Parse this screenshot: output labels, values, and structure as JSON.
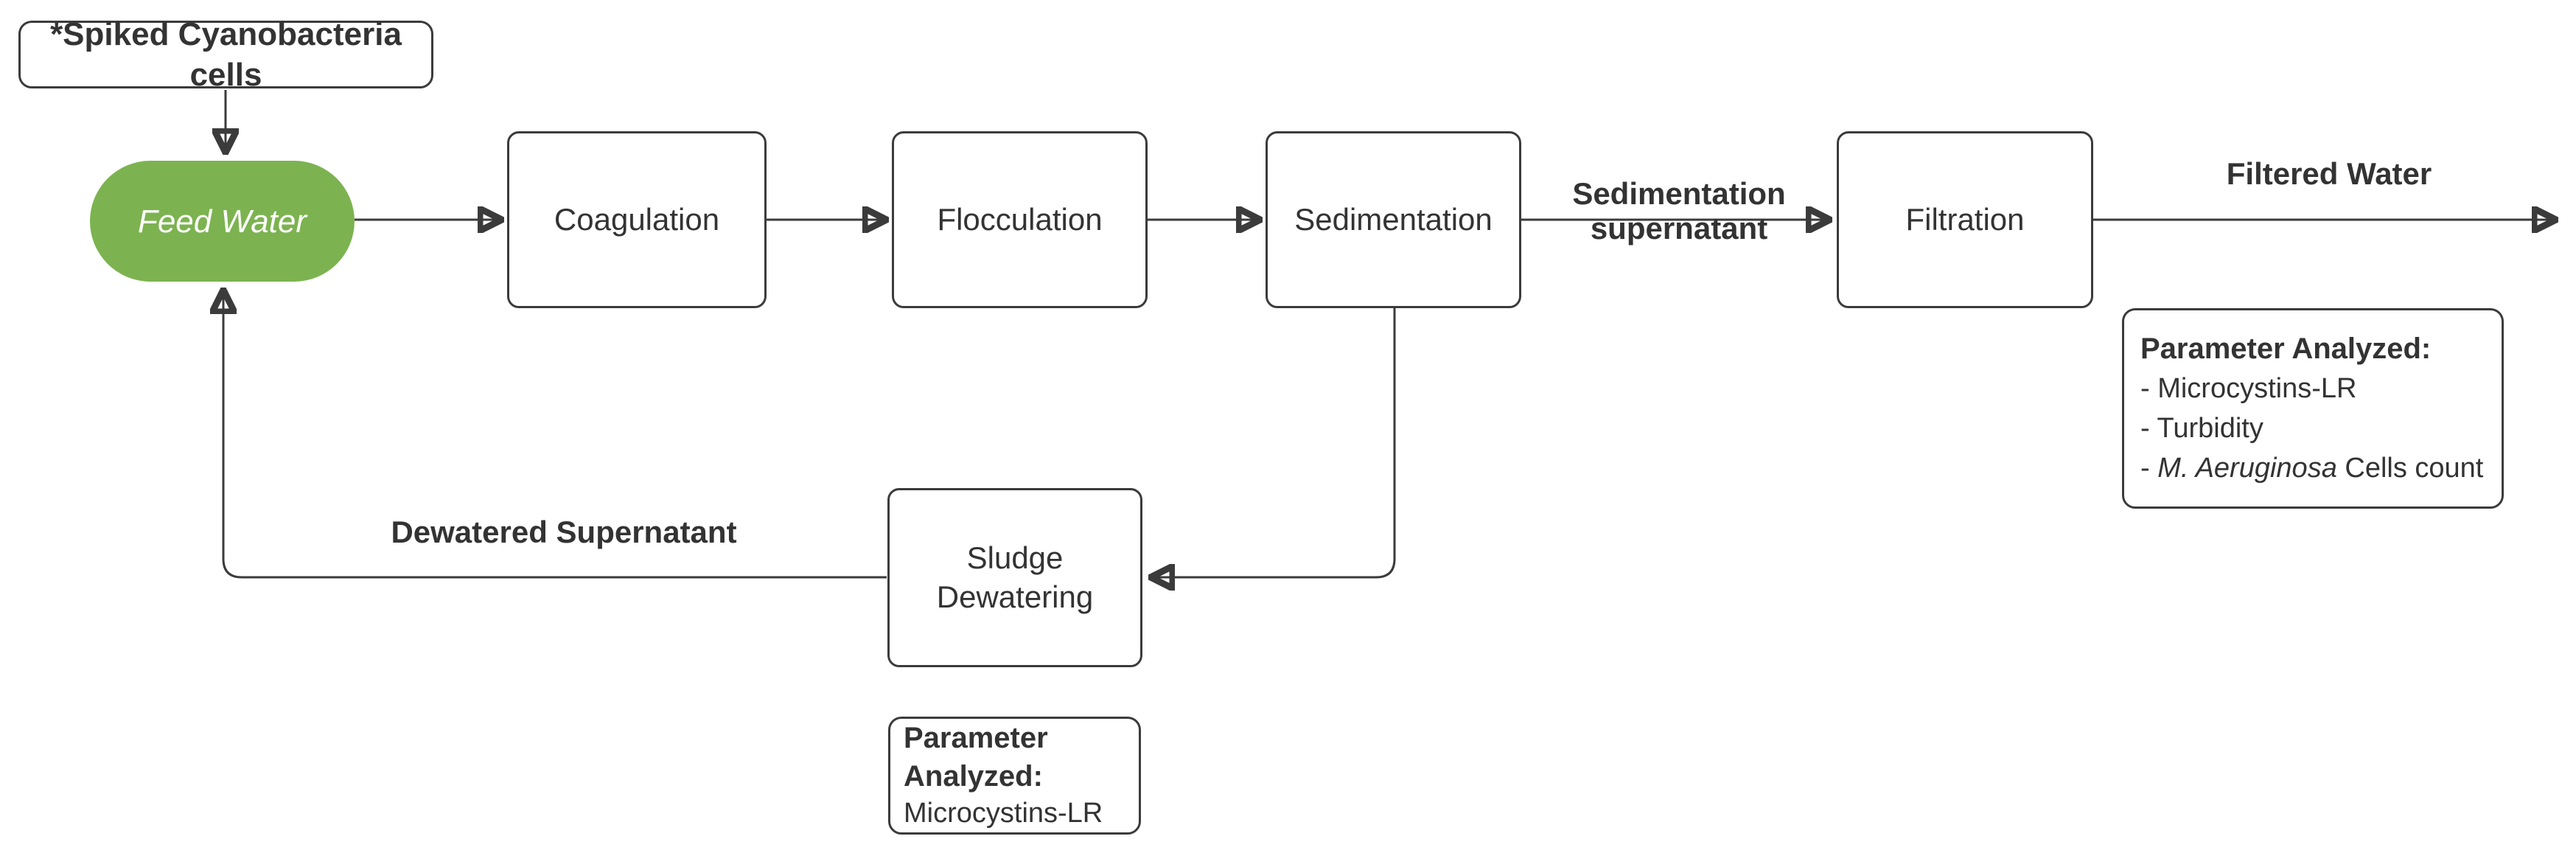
{
  "diagram": {
    "note_spiked": {
      "label": "*Spiked Cyanobacteria cells"
    },
    "nodes": {
      "feed_water": {
        "label": "Feed Water",
        "fill": "#7CB350",
        "text_color": "#ffffff"
      },
      "coagulation": {
        "label": "Coagulation"
      },
      "flocculation": {
        "label": "Flocculation"
      },
      "sedimentation": {
        "label": "Sedimentation"
      },
      "filtration": {
        "label": "Filtration"
      },
      "sludge_dewatering": {
        "label": "Sludge Dewatering"
      }
    },
    "edge_labels": {
      "sedimentation_supernatant": "Sedimentation supernatant",
      "filtered_water": "Filtered Water",
      "dewatered_supernatant": "Dewatered Supernatant"
    },
    "callouts": {
      "filtration_params": {
        "heading": "Parameter Analyzed:",
        "items": [
          "- Microcystins-LR",
          "- Turbidity"
        ],
        "species_item": {
          "prefix": "- ",
          "italic": "M. Aeruginosa",
          "rest": " Cells count"
        }
      },
      "sludge_params": {
        "heading": "Parameter Analyzed:",
        "item": "Microcystins-LR"
      }
    },
    "colors": {
      "stroke": "#3b3b3b",
      "text": "#333333",
      "accent_green": "#7CB350",
      "background": "#ffffff"
    }
  }
}
